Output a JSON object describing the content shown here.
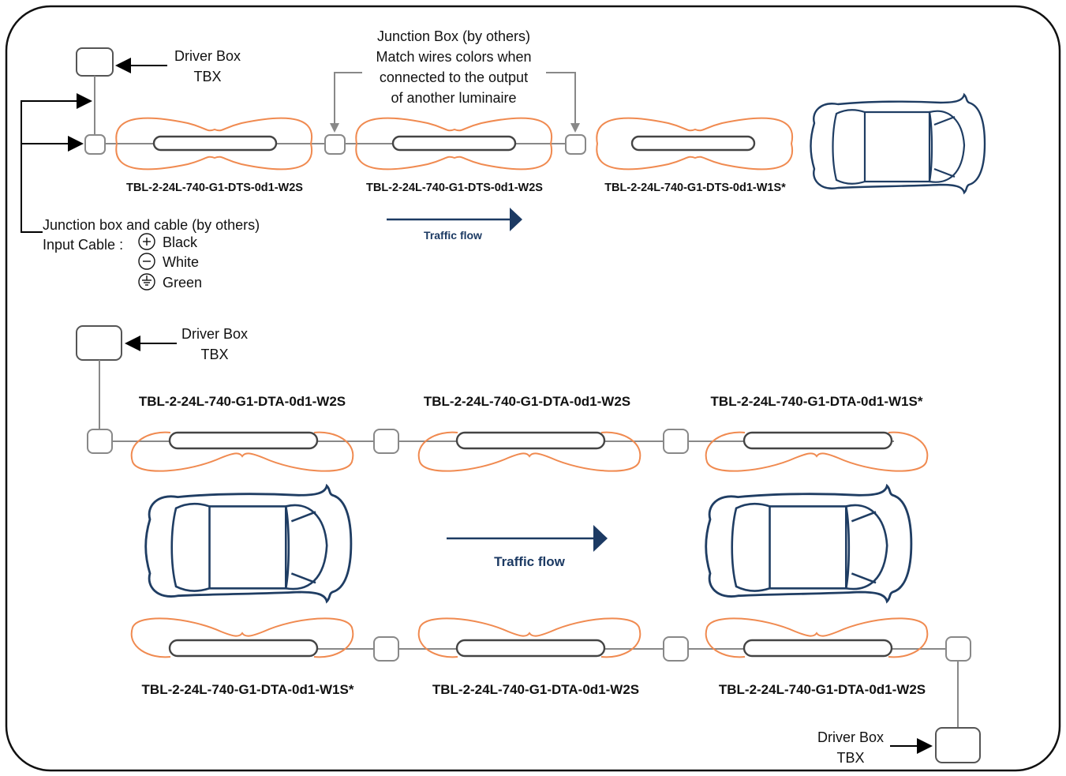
{
  "top_section": {
    "driver_box": {
      "line1": "Driver Box",
      "line2": "TBX"
    },
    "junction_note": {
      "line1": "Junction Box (by others)",
      "line2": "Match wires colors when",
      "line3": "connected to the output",
      "line4": "of another luminaire"
    },
    "luminaires": [
      "TBL-2-24L-740-G1-DTS-0d1-W2S",
      "TBL-2-24L-740-G1-DTS-0d1-W2S",
      "TBL-2-24L-740-G1-DTS-0d1-W1S*"
    ],
    "traffic_flow": "Traffic flow",
    "input_note": {
      "line1": "Junction box and cable (by others)",
      "line2": "Input Cable :",
      "wires": [
        {
          "symbol": "plus-icon",
          "color": "Black"
        },
        {
          "symbol": "minus-icon",
          "color": "White"
        },
        {
          "symbol": "ground-icon",
          "color": "Green"
        }
      ]
    }
  },
  "bottom_section": {
    "driver_box_top": {
      "line1": "Driver Box",
      "line2": "TBX"
    },
    "row1_luminaires": [
      "TBL-2-24L-740-G1-DTA-0d1-W2S",
      "TBL-2-24L-740-G1-DTA-0d1-W2S",
      "TBL-2-24L-740-G1-DTA-0d1-W1S*"
    ],
    "traffic_flow": "Traffic flow",
    "row2_luminaires": [
      "TBL-2-24L-740-G1-DTA-0d1-W1S*",
      "TBL-2-24L-740-G1-DTA-0d1-W2S",
      "TBL-2-24L-740-G1-DTA-0d1-W2S"
    ],
    "driver_box_bottom": {
      "line1": "Driver Box",
      "line2": "TBX"
    }
  },
  "colors": {
    "beam": "#f08a50",
    "car_outline": "#1f3d63",
    "traffic_arrow": "#1c3a63",
    "wire": "#888888"
  }
}
